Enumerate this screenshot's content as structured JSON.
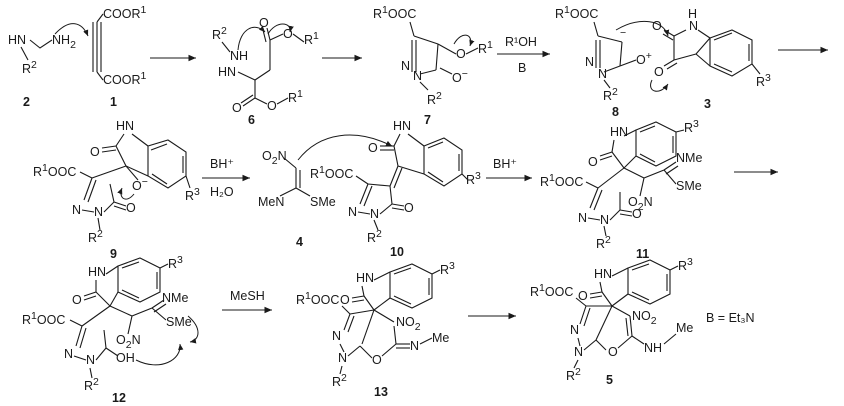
{
  "compounds": [
    {
      "id": "c2",
      "number": "2"
    },
    {
      "id": "c1",
      "number": "1"
    },
    {
      "id": "c6",
      "number": "6"
    },
    {
      "id": "c7",
      "number": "7"
    },
    {
      "id": "c8",
      "number": "8"
    },
    {
      "id": "c3",
      "number": "3"
    },
    {
      "id": "c9",
      "number": "9"
    },
    {
      "id": "c4",
      "number": "4"
    },
    {
      "id": "c10",
      "number": "10"
    },
    {
      "id": "c11",
      "number": "11"
    },
    {
      "id": "c12",
      "number": "12"
    },
    {
      "id": "c13",
      "number": "13"
    },
    {
      "id": "c5",
      "number": "5"
    }
  ],
  "atoms": {
    "hn_nh2": "HN",
    "nh2": "NH",
    "r2": "R",
    "cooR1": "COOR",
    "r1": "R",
    "r1ooc": "R",
    "ooc": "OOC",
    "n": "N",
    "o": "O",
    "hn": "HN",
    "nh": "NH",
    "r3": "R",
    "no2": "NO",
    "o2n": "O",
    "nme": "NMe",
    "sme": "SMe",
    "men": "MeN",
    "me": "Me",
    "oh": "OH",
    "h": "H",
    "sup1": "1",
    "sup2": "2",
    "sup3": "3",
    "sub2": "2",
    "plus": "+",
    "minus": "−"
  },
  "reagents": {
    "step_7_8_top": "R¹OH",
    "step_7_8_bottom": "B",
    "step_9_10_top": "BH⁺",
    "step_9_10_bottom": "H₂O",
    "step_10_11_top": "BH⁺",
    "step_12_13_top": "MeSH"
  },
  "definition": "B = Et₃N"
}
